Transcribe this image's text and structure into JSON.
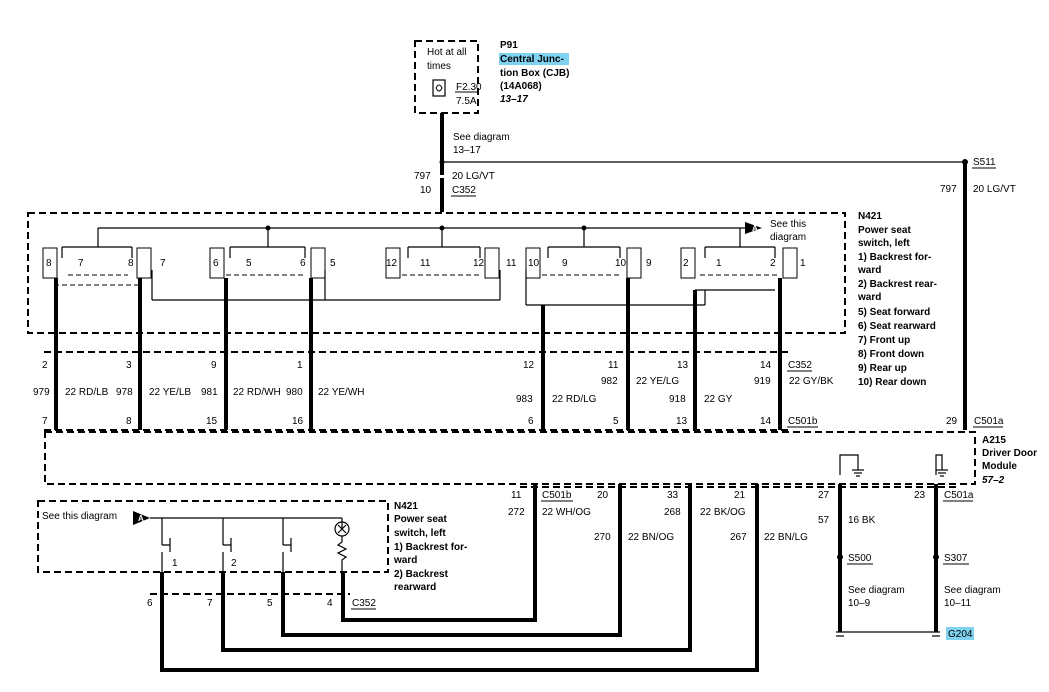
{
  "cjb": {
    "hot": [
      "Hot at all",
      "times"
    ],
    "fuse": "F2.30",
    "amps": "7.5A",
    "id": "P91",
    "name_hl": "Central Junc-",
    "name_rest": [
      "tion Box (CJB)",
      "(14A068)"
    ],
    "ref": "13–17",
    "see": [
      "See diagram",
      "13–17"
    ]
  },
  "top_wire": {
    "circuit": "797",
    "color": "20 LG/VT",
    "pin": "10",
    "connector": "C352",
    "splice": "S511",
    "right_circuit": "797",
    "right_color": "20 LG/VT"
  },
  "switch_upper": {
    "id": "N421",
    "title": [
      "Power seat",
      "switch, left"
    ],
    "functions": [
      "1)  Backrest for-",
      "     ward",
      "2)  Backrest rear-",
      "     ward",
      "5)  Seat forward",
      "6)  Seat rearward",
      "7)  Front up",
      "8)  Front down",
      "9)  Rear up",
      "10) Rear down"
    ],
    "see": [
      "See this",
      "diagram"
    ],
    "marker": "A",
    "terminals": [
      "8",
      "7",
      "8",
      "7",
      "6",
      "5",
      "6",
      "5",
      "12",
      "11",
      "12",
      "11",
      "10",
      "9",
      "10",
      "9",
      "2",
      "1",
      "2",
      "1"
    ]
  },
  "harness": {
    "c352": "C352",
    "c501b": "C501b",
    "c501a": "C501a",
    "wires": [
      {
        "top_pin": "2",
        "bottom_pin": "7",
        "circuit": "979",
        "color": "22 RD/LB"
      },
      {
        "top_pin": "3",
        "bottom_pin": "8",
        "circuit": "978",
        "color": "22 YE/LB"
      },
      {
        "top_pin": "9",
        "bottom_pin": "15",
        "circuit": "981",
        "color": "22 RD/WH"
      },
      {
        "top_pin": "1",
        "bottom_pin": "16",
        "circuit": "980",
        "color": "22 YE/WH"
      },
      {
        "top_pin": "12",
        "bottom_pin": "6",
        "circuit": "983",
        "color": "22 RD/LG"
      },
      {
        "top_pin": "11",
        "bottom_pin": "5",
        "circuit": "982",
        "color": "22 YE/LG"
      },
      {
        "top_pin": "13",
        "bottom_pin": "13",
        "circuit": "918",
        "color": "22 GY"
      },
      {
        "top_pin": "14",
        "bottom_pin": "14",
        "circuit": "919",
        "color": "22 GY/BK"
      }
    ],
    "right_pin": "29"
  },
  "module": {
    "id": "A215",
    "name": [
      "Driver Door",
      "Module"
    ],
    "ref": "57–2"
  },
  "lower": {
    "c501b": "C501b",
    "c501a": "C501a",
    "c352": "C352",
    "wires": [
      {
        "pin": "11",
        "circuit": "272",
        "color": "22 WH/OG"
      },
      {
        "pin": "20",
        "circuit": "270",
        "color": "22 BN/OG"
      },
      {
        "pin": "33",
        "circuit": "268",
        "color": "22 BK/OG"
      },
      {
        "pin": "21",
        "circuit": "267",
        "color": "22 BN/LG"
      }
    ],
    "ground1": {
      "pin": "27",
      "circuit": "57",
      "color": "16 BK",
      "splice": "S500",
      "see": [
        "See diagram",
        "10–9"
      ]
    },
    "ground2": {
      "pin": "23",
      "splice": "S307",
      "see": [
        "See diagram",
        "10–11"
      ],
      "gnd": "G204"
    },
    "switch_pins": [
      "6",
      "7",
      "5",
      "4"
    ]
  },
  "switch_lower": {
    "id": "N421",
    "title": [
      "Power seat",
      "switch, left"
    ],
    "functions": [
      "1)  Backrest for-",
      "     ward",
      "2)  Backrest",
      "     rearward"
    ],
    "see": "See this diagram",
    "marker": "A",
    "labels": [
      "1",
      "2"
    ]
  }
}
